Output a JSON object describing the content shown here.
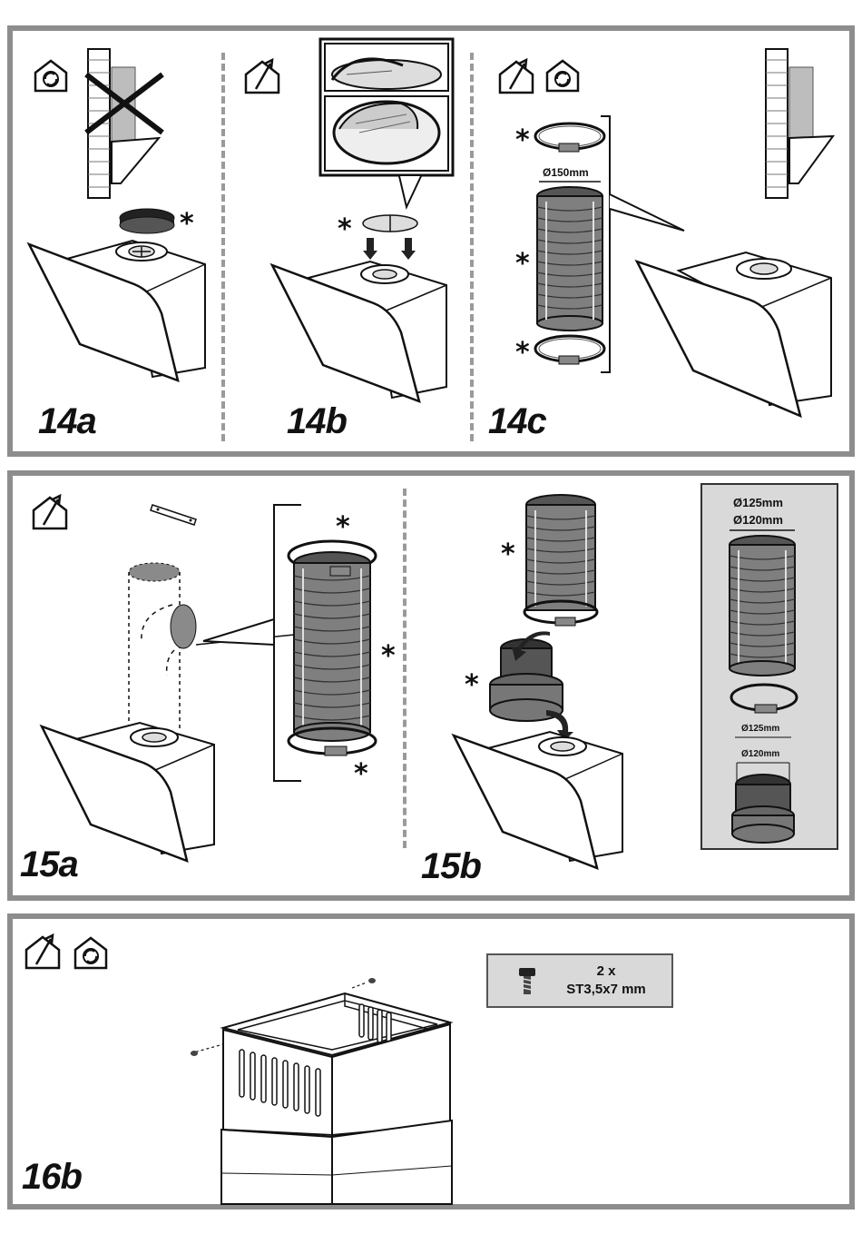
{
  "figures": {
    "f14a": "14a",
    "f14b": "14b",
    "f14c": "14c",
    "f15a": "15a",
    "f15b": "15b",
    "f16b": "16b"
  },
  "asterisk": "*",
  "dimensions": {
    "d150": "Ø150mm",
    "d125": "Ø125mm",
    "d120": "Ø120mm"
  },
  "screws": {
    "quantity": "2 x",
    "spec": "ST3,5x7 mm"
  },
  "icons": {
    "recirculation": "recirculation-house-icon",
    "extraction": "extraction-house-icon"
  },
  "colors": {
    "frame": "#8d8d8d",
    "duct_fill": "#7f7f7f",
    "sidebox": "#d9d9d9"
  }
}
